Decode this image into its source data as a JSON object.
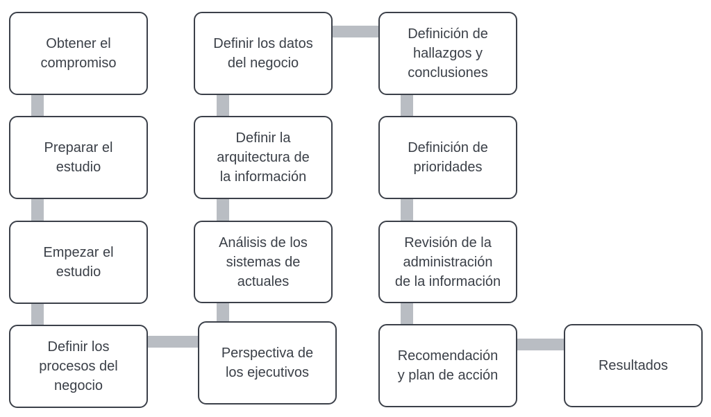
{
  "steps": {
    "obtener_compromiso": [
      "Obtener el",
      "compromiso"
    ],
    "preparar_estudio": [
      "Preparar el",
      "estudio"
    ],
    "empezar_estudio": [
      "Empezar el",
      "estudio"
    ],
    "definir_procesos": [
      "Definir los",
      "procesos del",
      "negocio"
    ],
    "perspectiva_ejecutivos": [
      "Perspectiva de",
      "los ejecutivos"
    ],
    "analisis_sistemas": [
      "Análisis de los",
      "sistemas de",
      "actuales"
    ],
    "definir_arquitectura": [
      "Definir la",
      "arquitectura de",
      "la información"
    ],
    "definir_datos": [
      "Definir los datos",
      "del negocio"
    ],
    "definicion_hallazgos": [
      "Definición de",
      "hallazgos y",
      "conclusiones"
    ],
    "definicion_prioridades": [
      "Definición de",
      "prioridades"
    ],
    "revision_administracion": [
      "Revisión de la",
      "administración",
      "de la información"
    ],
    "recomendacion_plan": [
      "Recomendación",
      "y plan de acción"
    ],
    "resultados": [
      "Resultados"
    ]
  }
}
